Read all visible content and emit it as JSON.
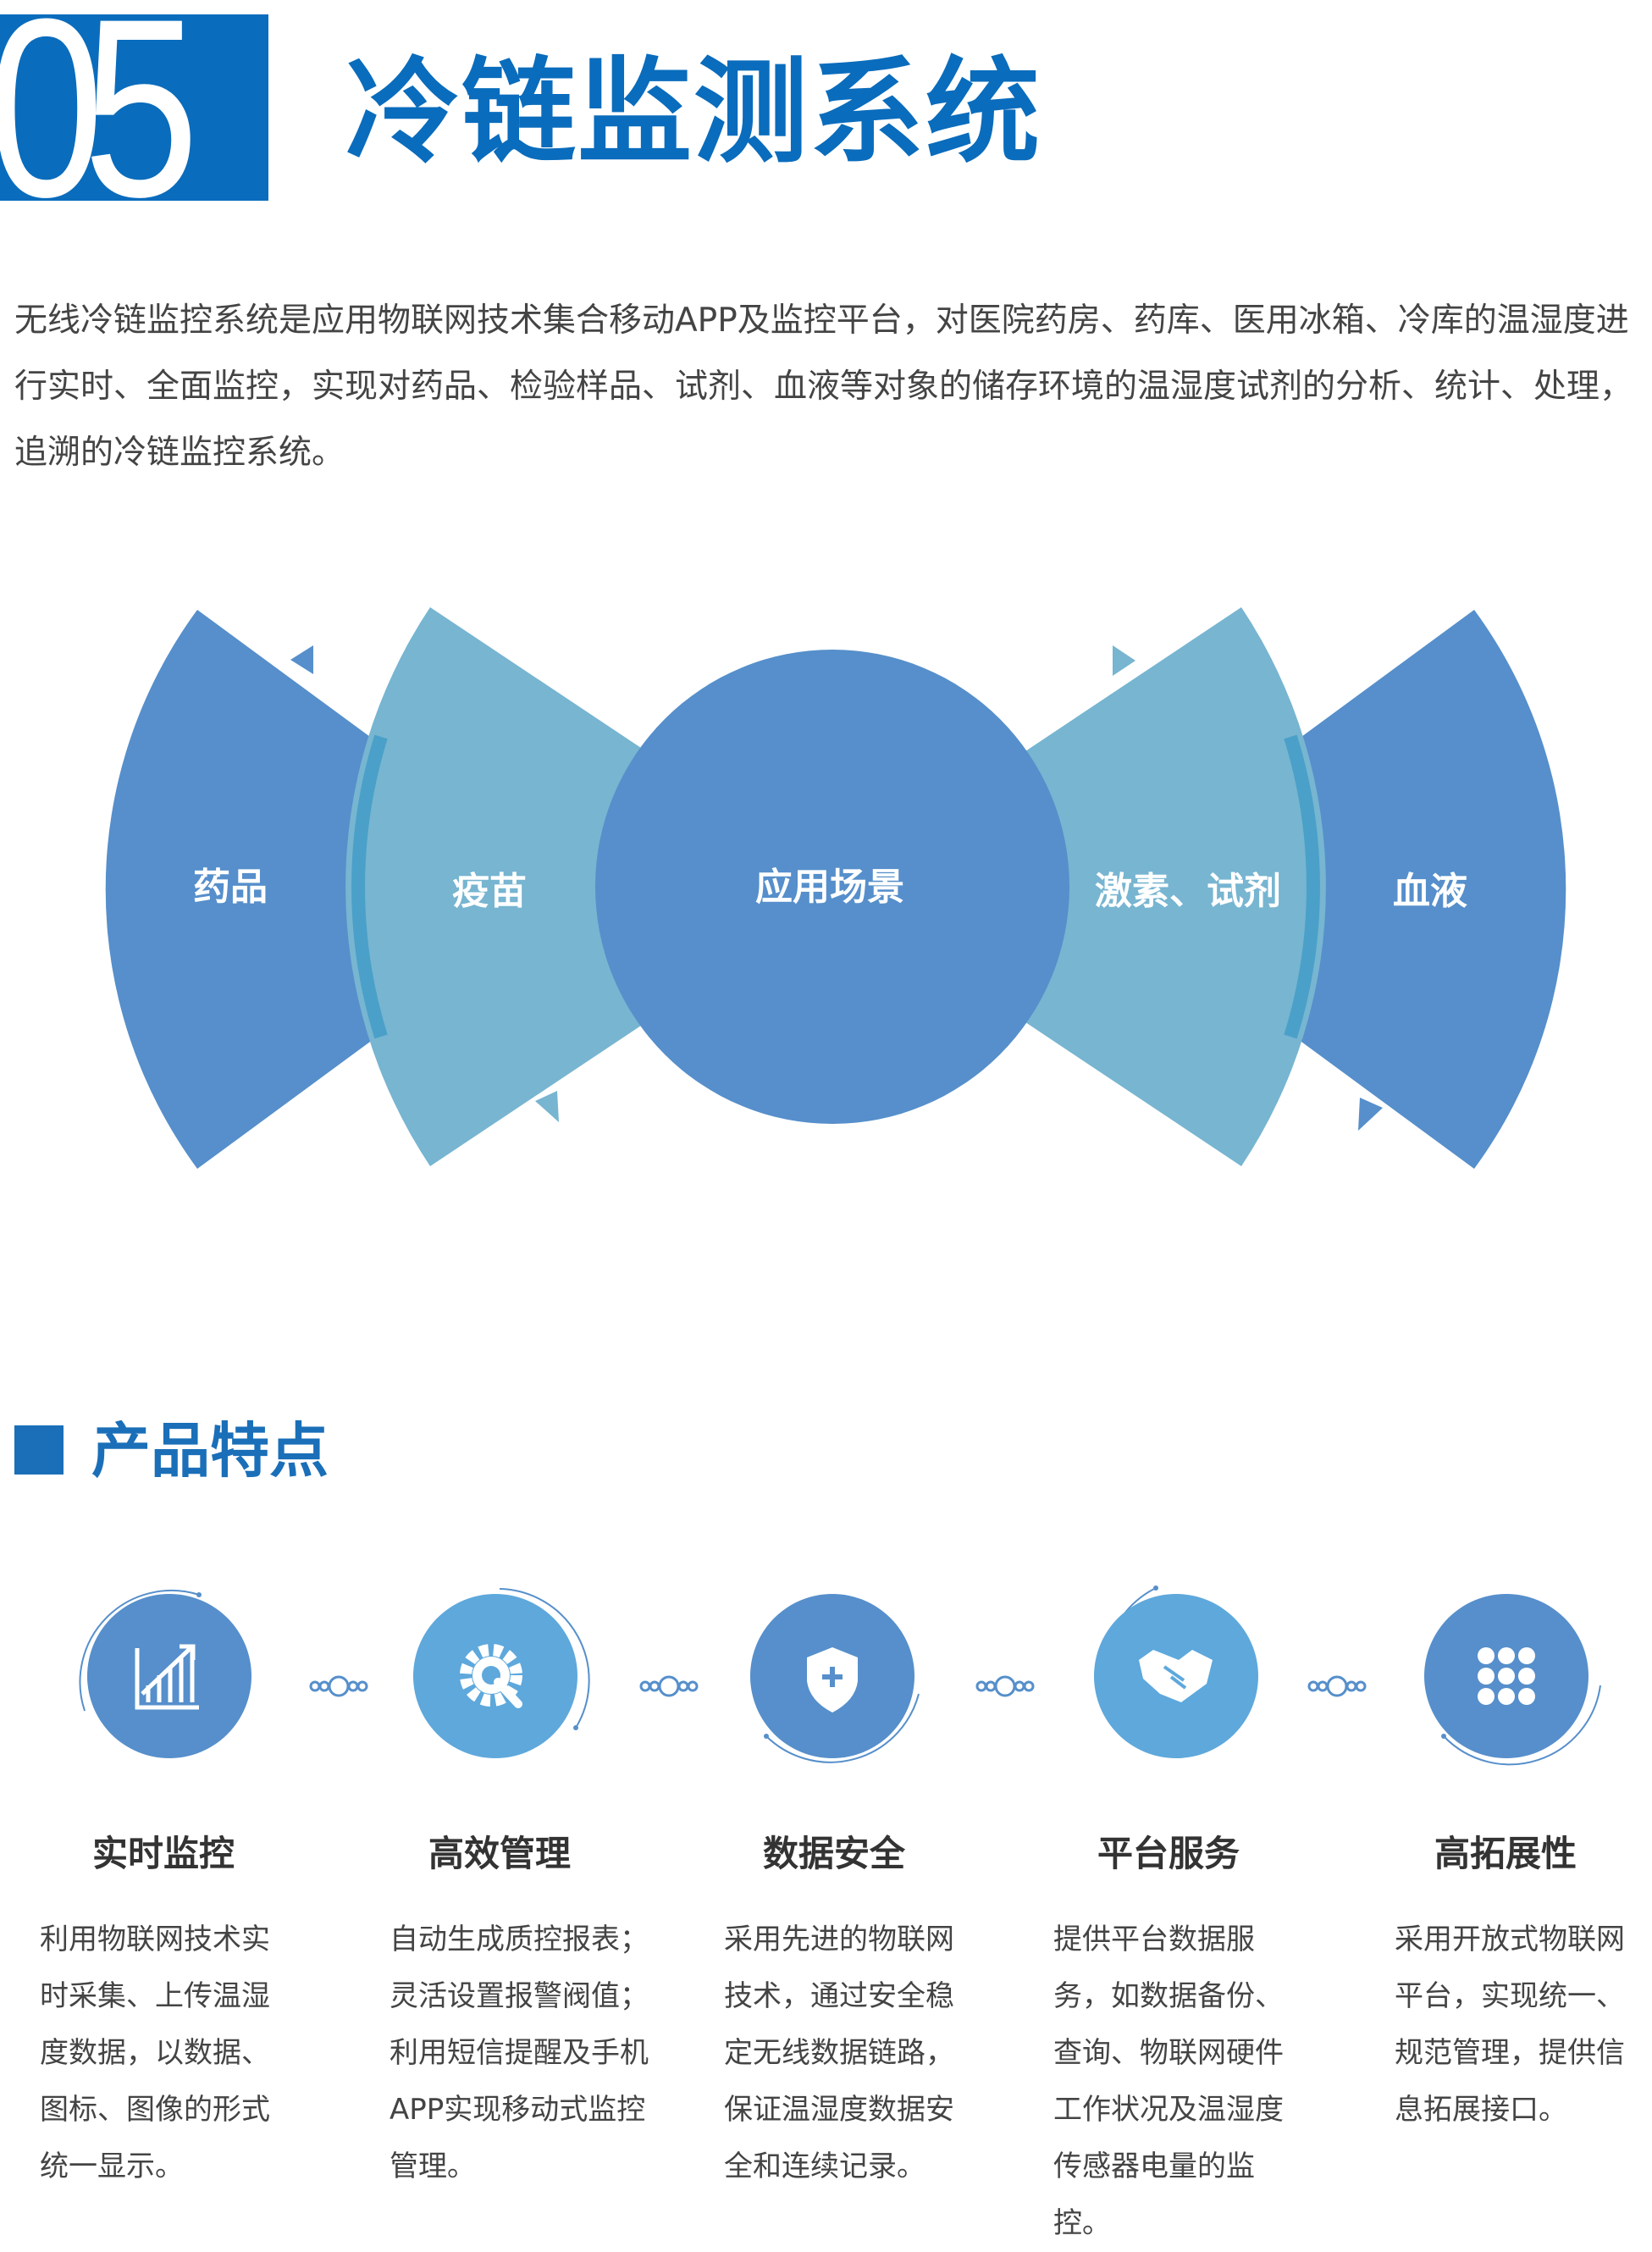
{
  "header": {
    "number": "05",
    "title": "冷链监测系统"
  },
  "intro": "无线冷链监控系统是应用物联网技术集合移动APP及监控平台，对医院药房、药库、医用冰箱、冷库的温湿度进行实时、全面监控，实现对药品、检验样品、试剂、血液等对象的储存环境的温湿度试剂的分析、统计、处理，追溯的冷链监控系统。",
  "diagram": {
    "center": "应用场景",
    "left_outer": "药品",
    "left_inner": "疫苗",
    "right_inner": "激素、试剂",
    "right_outer": "血液"
  },
  "colors": {
    "dark": "#568fcb",
    "light": "#77b5d1",
    "overlap": "#4aa0c8",
    "brand": "#0a6cbc"
  },
  "section": {
    "title": "产品特点"
  },
  "features": [
    {
      "icon": "chart-growth-icon",
      "title": "实时监控",
      "desc": "利用物联网技术实时采集、上传温湿度数据，以数据、图标、图像的形式统一显示。"
    },
    {
      "icon": "gear-wrench-icon",
      "title": "高效管理",
      "desc": "自动生成质控报表；灵活设置报警阀值；利用短信提醒及手机APP实现移动式监控管理。"
    },
    {
      "icon": "shield-plus-icon",
      "title": "数据安全",
      "desc": "采用先进的物联网技术，通过安全稳定无线数据链路，保证温湿度数据安全和连续记录。"
    },
    {
      "icon": "handshake-icon",
      "title": "平台服务",
      "desc": "提供平台数据服务，如数据备份、查询、物联网硬件工作状况及温湿度传感器电量的监控。"
    },
    {
      "icon": "grid-dots-icon",
      "title": "高拓展性",
      "desc": "采用开放式物联网平台，实现统一、规范管理，提供信息拓展接口。"
    }
  ]
}
